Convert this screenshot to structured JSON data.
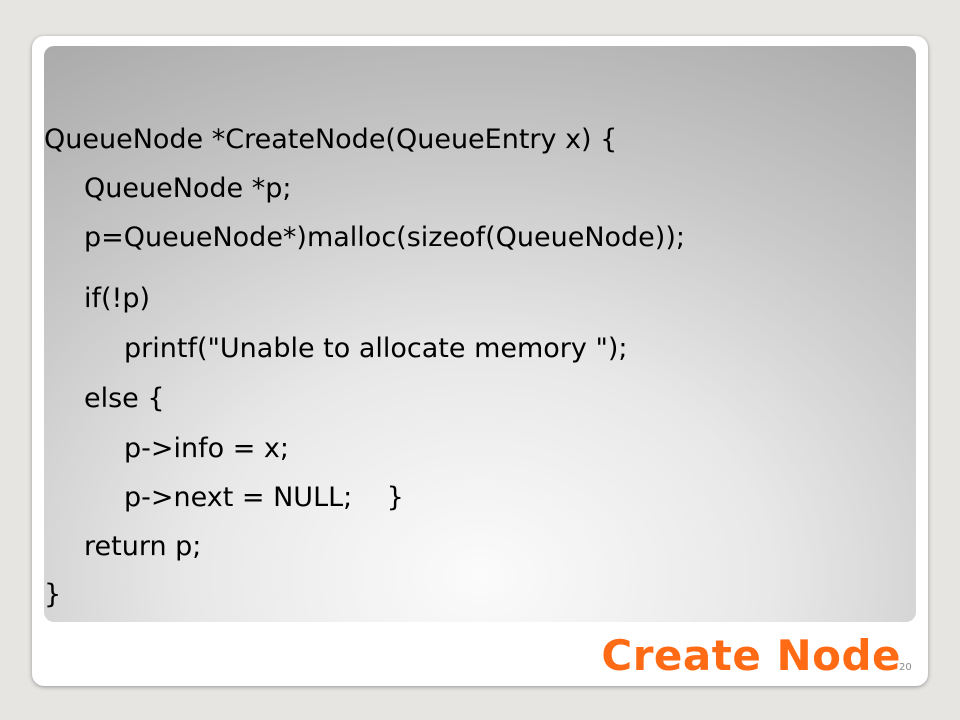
{
  "slide": {
    "title": "Create Node",
    "number": "20",
    "title_color": "#ff6a14"
  },
  "code": {
    "lines": [
      "QueueNode *CreateNode(QueueEntry x) {",
      "QueueNode *p;",
      "p=QueueNode*)malloc(sizeof(QueueNode));",
      "if(!p)",
      "printf(\"Unable to allocate memory \");",
      "else {",
      "p->info = x;",
      "p->next = NULL;    }",
      "return p;",
      "}"
    ]
  }
}
